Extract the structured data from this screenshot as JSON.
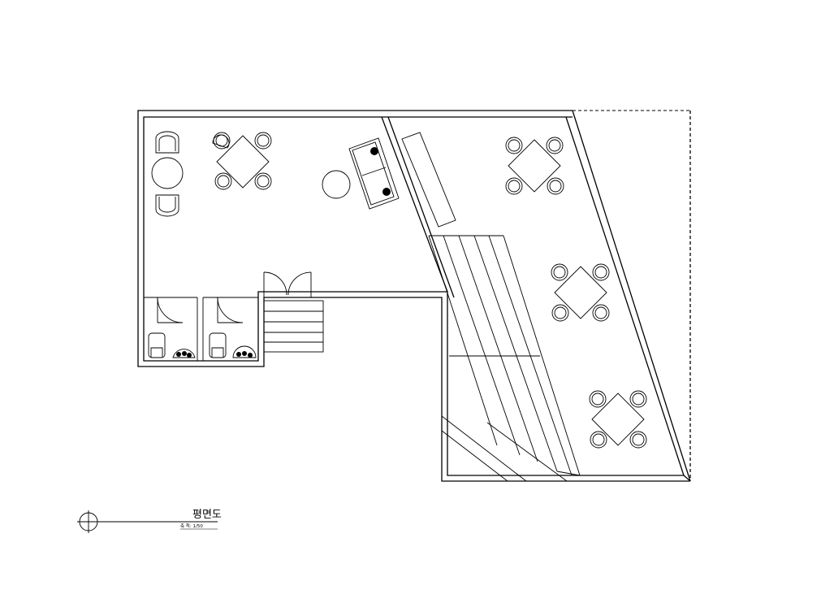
{
  "drawing": {
    "title": "평면도",
    "scale_label": "축 척: 1/50"
  },
  "colors": {
    "line": "#000000",
    "background": "#ffffff"
  },
  "furniture": {
    "table_sets": 4,
    "sofa": 1,
    "round_tables": 2,
    "toilets": 2
  }
}
